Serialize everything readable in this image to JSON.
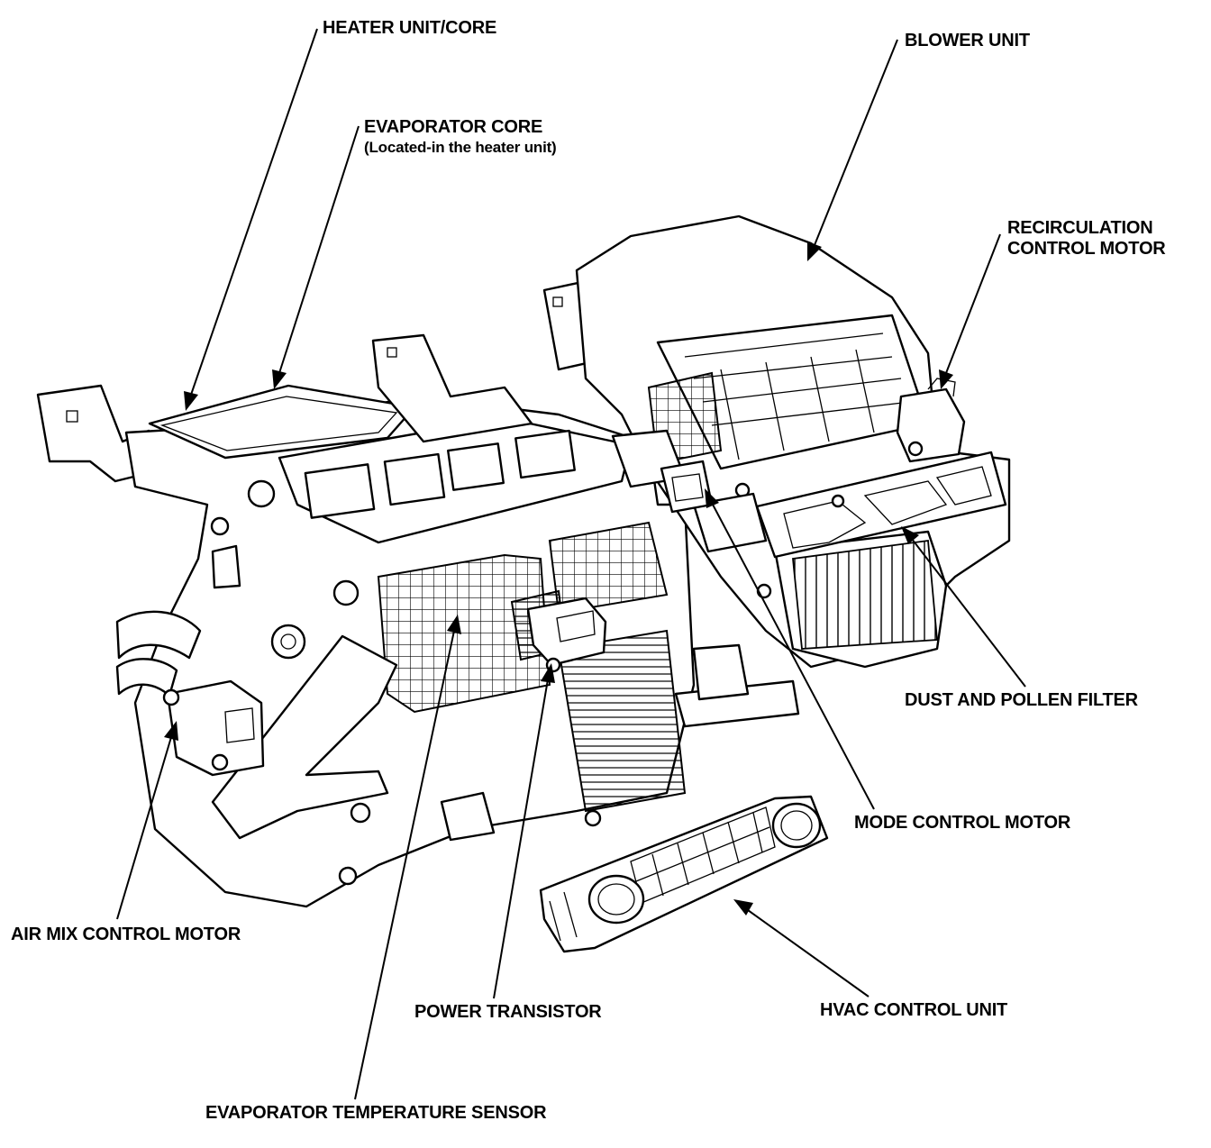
{
  "labels": {
    "heater_unit": "HEATER UNIT/CORE",
    "evaporator_core": "EVAPORATOR CORE",
    "evaporator_core_note": "(Located-in the heater unit)",
    "blower_unit": "BLOWER UNIT",
    "recirculation_motor_line1": "RECIRCULATION",
    "recirculation_motor_line2": "CONTROL MOTOR",
    "dust_pollen_filter": "DUST AND POLLEN FILTER",
    "mode_control_motor": "MODE CONTROL MOTOR",
    "air_mix_control_motor": "AIR MIX CONTROL MOTOR",
    "power_transistor": "POWER TRANSISTOR",
    "hvac_control_unit": "HVAC CONTROL UNIT",
    "evaporator_temp_sensor": "EVAPORATOR TEMPERATURE SENSOR"
  }
}
